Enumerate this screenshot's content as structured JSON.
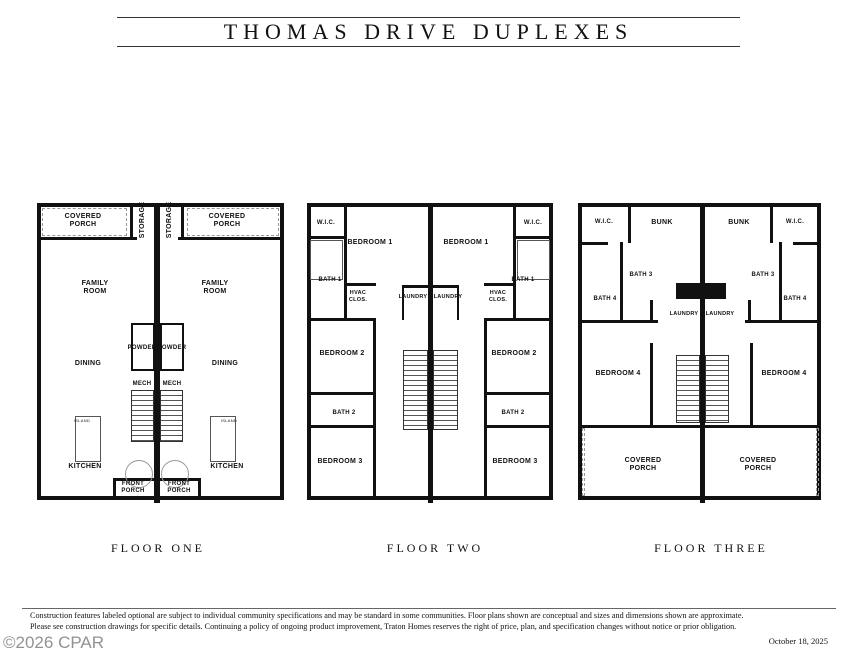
{
  "title": "THOMAS DRIVE DUPLEXES",
  "floors": {
    "one": {
      "label": "FLOOR ONE",
      "rooms": {
        "covered_porch": "COVERED\nPORCH",
        "storage": "STORAGE",
        "family_room": "FAMILY\nROOM",
        "powder": "POWDER",
        "dining": "DINING",
        "mech": "MECH",
        "kitchen": "KITCHEN",
        "front_porch": "FRONT\nPORCH",
        "island": "ISLAND"
      }
    },
    "two": {
      "label": "FLOOR TWO",
      "rooms": {
        "wic": "W.I.C.",
        "bedroom1": "BEDROOM 1",
        "bath1": "BATH 1",
        "hvac": "HVAC\nCLOS.",
        "laundry": "LAUNDRY",
        "bedroom2": "BEDROOM 2",
        "bath2": "BATH 2",
        "bedroom3": "BEDROOM 3"
      }
    },
    "three": {
      "label": "FLOOR THREE",
      "rooms": {
        "wic": "W.I.C.",
        "bunk": "BUNK",
        "bath3": "BATH 3",
        "bath4": "BATH 4",
        "laundry": "LAUNDRY",
        "bedroom4": "BEDROOM 4",
        "covered_porch": "COVERED\nPORCH"
      }
    }
  },
  "footer": {
    "line1": "Construction features labeled optional are subject to individual community specifications and may be standard in some communities.  Floor plans shown are conceptual and sizes and dimensions shown are approximate.",
    "line2": "Please see construction drawings for specific details. Continuing a policy of ongoing product improvement, Traton Homes reserves the right of price, plan, and specification changes without notice or prior obligation.",
    "date": "October 18, 2025"
  },
  "watermark": "©2026 CPAR"
}
